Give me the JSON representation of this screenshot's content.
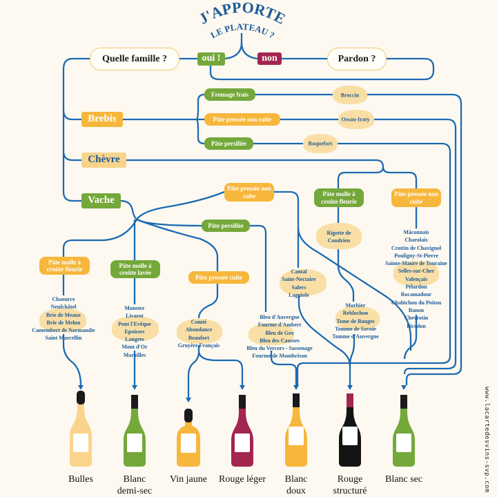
{
  "title": {
    "line1": "J'APPORTE",
    "line2": "LE PLATEAU ?"
  },
  "start": {
    "question": "Quelle famille ?",
    "yes": "oui !",
    "no": "non",
    "sorry": "Pardon ?"
  },
  "families": {
    "brebis": "Brebis",
    "chevre": "Chèvre",
    "vache": "Vache"
  },
  "brebis": {
    "types": [
      "Fromage frais",
      "Pâte pressée non cuite",
      "Pâte persillée"
    ],
    "cheeses": [
      "Brocciu",
      "Ossau-Iraty",
      "Roquefort"
    ]
  },
  "chevre": {
    "types": [
      "Pâte molle à croûte fleurie",
      "Pâte pressée non cuite"
    ],
    "croute_fleurie": [
      "Rigotte de",
      "Condrieu"
    ],
    "pressee_non_cuite": [
      "Mâconnais",
      "Charolais",
      "Crottin de Chavignol",
      "Pouligny-St-Pierre",
      "Sainte-Maure de Touraine",
      "Selles-sur-Cher",
      "Valençais",
      "Pélardon",
      "Rocamadour",
      "Chabichou du Poitou",
      "Banon",
      "Chevrotin",
      "Picodon"
    ]
  },
  "vache": {
    "types": {
      "pressee_non_cuite": "Pâte pressée non cuite",
      "persillee": "Pâte persillée",
      "croute_fleurie": "Pâte molle à croûte fleurie",
      "croute_lavee": "Pâte molle à croûte lavée",
      "pressee_cuite": "Pâte pressée cuite"
    },
    "croute_fleurie": [
      "Chaource",
      "Neufchâtel",
      "Brie de Meaux",
      "Brie de Melun",
      "Camembert de Normandie",
      "Saint Marcellin"
    ],
    "croute_lavee": [
      "Munster",
      "Livarot",
      "Pont l'Evêque",
      "Epoisses",
      "Langres",
      "Mont d'Or",
      "Maroilles"
    ],
    "pressee_cuite": [
      "Comté",
      "Abondance",
      "Beaufort",
      "Gruyère Français"
    ],
    "persillee": [
      "Bleu d'Auvergne",
      "Fourme d'Ambert",
      "Bleu de Gex",
      "Bleu des Causses",
      "Bleu du Vercors - Sassenage",
      "Fourme de Montbrison"
    ],
    "pressee_non_cuite_a": [
      "Cantal",
      "Saint-Nectaire",
      "Salers",
      "Laguiole"
    ],
    "pressee_non_cuite_b": [
      "Morbier",
      "Reblochon",
      "Tome de Bauges",
      "Tomme de Savoie",
      "Tomme d'Auvergne"
    ]
  },
  "wines": [
    {
      "label": [
        "Bulles"
      ],
      "color": "#fbd48b",
      "cap": "#1a1a1a"
    },
    {
      "label": [
        "Blanc",
        "demi-sec"
      ],
      "color": "#74a83a",
      "cap": "#1a1a1a"
    },
    {
      "label": [
        "Vin jaune"
      ],
      "color": "#f6b73c",
      "cap": "#1a1a1a"
    },
    {
      "label": [
        "Rouge léger"
      ],
      "color": "#a3264f",
      "cap": "#1a1a1a"
    },
    {
      "label": [
        "Blanc",
        "doux"
      ],
      "color": "#f6b73c",
      "cap": "#1a1a1a"
    },
    {
      "label": [
        "Rouge",
        "structuré"
      ],
      "color": "#141414",
      "cap": "#a3264f"
    },
    {
      "label": [
        "Blanc sec"
      ],
      "color": "#74a83a",
      "cap": "#1a1a1a"
    }
  ],
  "website": "www.lacartedesvins-svp.com",
  "colors": {
    "line": "#1b6ab2",
    "text": "#1c5a96",
    "orange": "#f6b73c",
    "green": "#74a83a",
    "red": "#a3264f",
    "background": "#fdf9f1"
  }
}
